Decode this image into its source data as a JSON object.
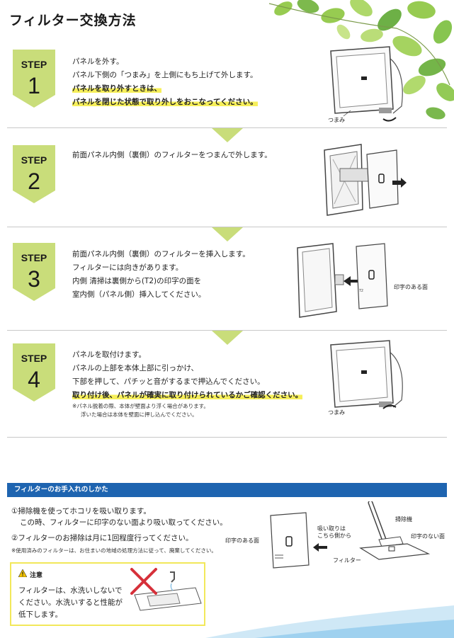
{
  "page_title": "フィルター交換方法",
  "steps": [
    {
      "badge_word": "STEP",
      "badge_num": "1",
      "lines": [
        "パネルを外す。",
        "パネル下側の「つまみ」を上側にもち上げて外します。"
      ],
      "highlight_lines": [
        "パネルを取り外すときは、",
        "パネルを閉じた状態で取り外しをおこなってください。"
      ],
      "labels": [
        "つまみ"
      ]
    },
    {
      "badge_word": "STEP",
      "badge_num": "2",
      "lines": [
        "前面パネル内側（裏側）のフィルターをつまんで外します。"
      ]
    },
    {
      "badge_word": "STEP",
      "badge_num": "3",
      "lines": [
        "前面パネル内側（裏側）のフィルターを挿入します。",
        "フィルターには向きがあります。",
        "内側 清掃は裏側から(T2)の印字の面を",
        "室内側（パネル側）挿入してください。"
      ],
      "labels": [
        "印字のある面"
      ]
    },
    {
      "badge_word": "STEP",
      "badge_num": "4",
      "lines": [
        "パネルを取付けます。",
        "パネルの上部を本体上部に引っかけ、",
        "下部を押して、パチッと音がするまで押込んでください。"
      ],
      "highlight_lines": [
        "取り付け後、パネルが確実に取り付けられているかご確認ください。"
      ],
      "notes": [
        "※パネル脱着の際、本体が壁面より浮く場合があります。",
        "浮いた場合は本体を壁面に押し込んでください。"
      ],
      "labels": [
        "つまみ"
      ]
    }
  ],
  "care": {
    "heading": "フィルターのお手入れのしかた",
    "item1_line1": "①掃除機を使ってホコリを吸い取ります。",
    "item1_line2": "この時、フィルターに印字のない面より吸い取ってください。",
    "item2": "②フィルターのお掃除は月に1回程度行ってください。",
    "note": "※使用済みのフィルターは、お住まいの地域の処理方法に従って、廃棄してください。",
    "label_printed_face": "印字のある面",
    "label_suction_l1": "吸い取りは",
    "label_suction_l2": "こちら側から",
    "label_filter": "フィルター",
    "label_vacuum": "掃除機",
    "label_unprinted_face": "印字のない面"
  },
  "caution": {
    "heading": "注意",
    "lines": [
      "フィルターは、水洗いしないで",
      "ください。水洗いすると性能が",
      "低下します。"
    ]
  },
  "colors": {
    "badge_fill": "#c9dd7a",
    "badge_text": "#1a1a1a",
    "highlight": "#f6ef5a",
    "care_band": "#1e64b0",
    "caution_border": "#f2e85a",
    "cross": "#d6303a"
  }
}
